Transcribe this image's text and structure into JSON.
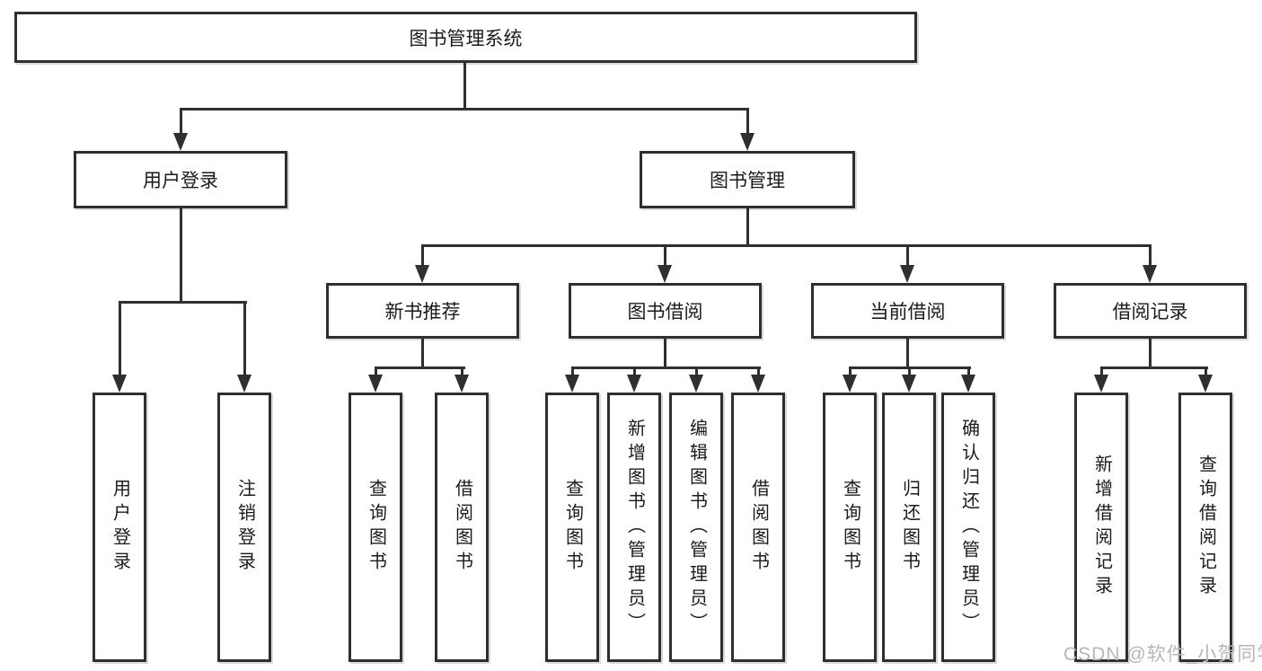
{
  "diagram": {
    "root_label": "图书管理系统",
    "branches": [
      {
        "label": "用户登录",
        "children": [
          "用户登录",
          "注销登录"
        ]
      },
      {
        "label": "图书管理",
        "sections": [
          {
            "label": "新书推荐",
            "children": [
              "查询图书",
              "借阅图书"
            ]
          },
          {
            "label": "图书借阅",
            "children": [
              "查询图书",
              "新增图书（管理员）",
              "编辑图书（管理员）",
              "借阅图书"
            ]
          },
          {
            "label": "当前借阅",
            "children": [
              "查询图书",
              "归还图书",
              "确认归还（管理员）"
            ]
          },
          {
            "label": "借阅记录",
            "children": [
              "新增借阅记录",
              "查询借阅记录"
            ]
          }
        ]
      }
    ]
  },
  "watermark": "CSDN @软件_小贺同学",
  "colors": {
    "line": "#2f2f2f",
    "box_border": "#2f2f2f",
    "text": "#1b1b1b",
    "watermark": "#b7b7b7",
    "background": "#ffffff"
  }
}
